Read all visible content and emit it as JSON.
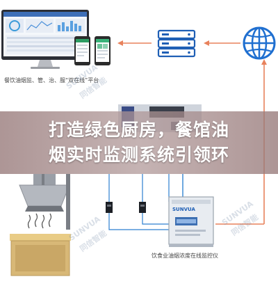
{
  "captions": {
    "platform": "餐饮油烟监、管、治、服“双在线”平台",
    "monitor": "饮食业油烟浓度在线监控仪"
  },
  "monitor_panel": {
    "brand": "SUNVUA"
  },
  "banner": {
    "line1": "打造绿色厨房，餐馆油",
    "line2": "烟实时监测系统引领环"
  },
  "watermarks": [
    "SUNVUA",
    "同信智能"
  ],
  "icons": {
    "globe": "globe-icon",
    "server": "server-icon"
  },
  "colors": {
    "arrow": "#e8825c",
    "server": "#1f5fb5",
    "globe": "#1f6fd0",
    "banner_text": "#ffffff"
  }
}
